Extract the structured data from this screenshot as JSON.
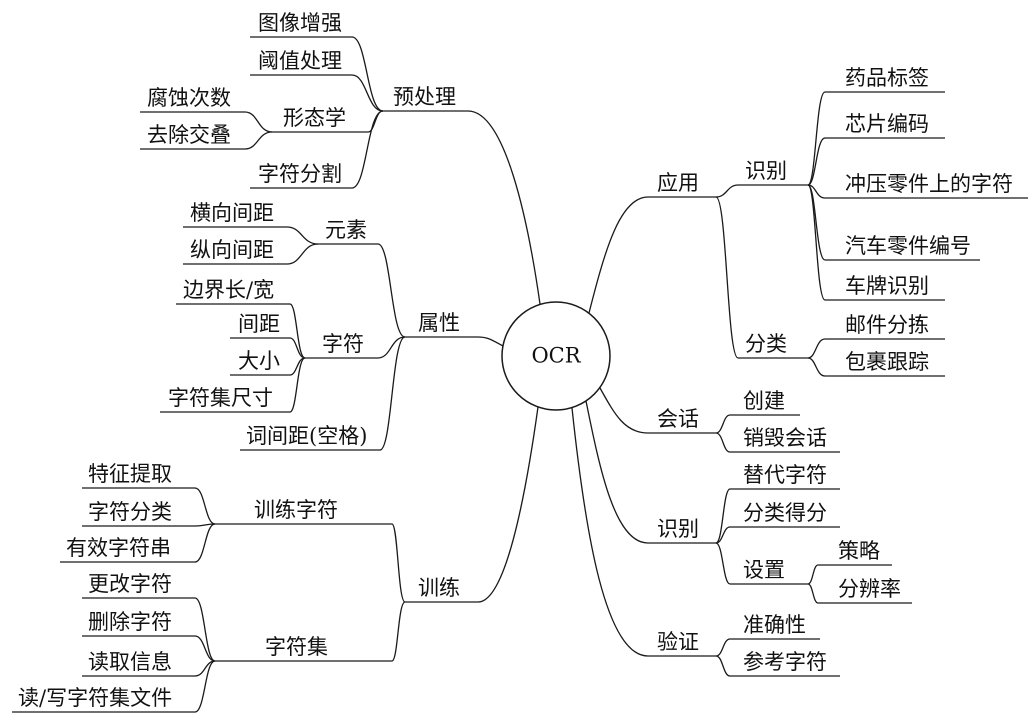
{
  "center": {
    "label": "OCR"
  },
  "left": [
    {
      "label": "预处理",
      "children": [
        {
          "label": "图像增强"
        },
        {
          "label": "阈值处理"
        },
        {
          "label": "形态学",
          "children": [
            {
              "label": "腐蚀次数"
            },
            {
              "label": "去除交叠"
            }
          ]
        },
        {
          "label": "字符分割"
        }
      ]
    },
    {
      "label": "属性",
      "children": [
        {
          "label": "元素",
          "children": [
            {
              "label": "横向间距"
            },
            {
              "label": "纵向间距"
            }
          ]
        },
        {
          "label": "字符",
          "children": [
            {
              "label": "边界长/宽"
            },
            {
              "label": "间距"
            },
            {
              "label": "大小"
            },
            {
              "label": "字符集尺寸"
            }
          ]
        },
        {
          "label": "词间距(空格)"
        }
      ]
    },
    {
      "label": "训练",
      "children": [
        {
          "label": "训练字符",
          "children": [
            {
              "label": "特征提取"
            },
            {
              "label": "字符分类"
            },
            {
              "label": "有效字符串"
            }
          ]
        },
        {
          "label": "字符集",
          "children": [
            {
              "label": "更改字符"
            },
            {
              "label": "删除字符"
            },
            {
              "label": "读取信息"
            },
            {
              "label": "读/写字符集文件"
            }
          ]
        }
      ]
    }
  ],
  "right": [
    {
      "label": "应用",
      "children": [
        {
          "label": "识别",
          "children": [
            {
              "label": "药品标签"
            },
            {
              "label": "芯片编码"
            },
            {
              "label": "冲压零件上的字符"
            },
            {
              "label": "汽车零件编号"
            },
            {
              "label": "车牌识别"
            }
          ]
        },
        {
          "label": "分类",
          "children": [
            {
              "label": "邮件分拣"
            },
            {
              "label": "包裹跟踪"
            }
          ]
        }
      ]
    },
    {
      "label": "会话",
      "children": [
        {
          "label": "创建"
        },
        {
          "label": "销毁会话"
        }
      ]
    },
    {
      "label": "识别",
      "children": [
        {
          "label": "替代字符"
        },
        {
          "label": "分类得分"
        },
        {
          "label": "设置",
          "children": [
            {
              "label": "策略"
            },
            {
              "label": "分辨率"
            }
          ]
        }
      ]
    },
    {
      "label": "验证",
      "children": [
        {
          "label": "准确性"
        },
        {
          "label": "参考字符"
        }
      ]
    }
  ]
}
